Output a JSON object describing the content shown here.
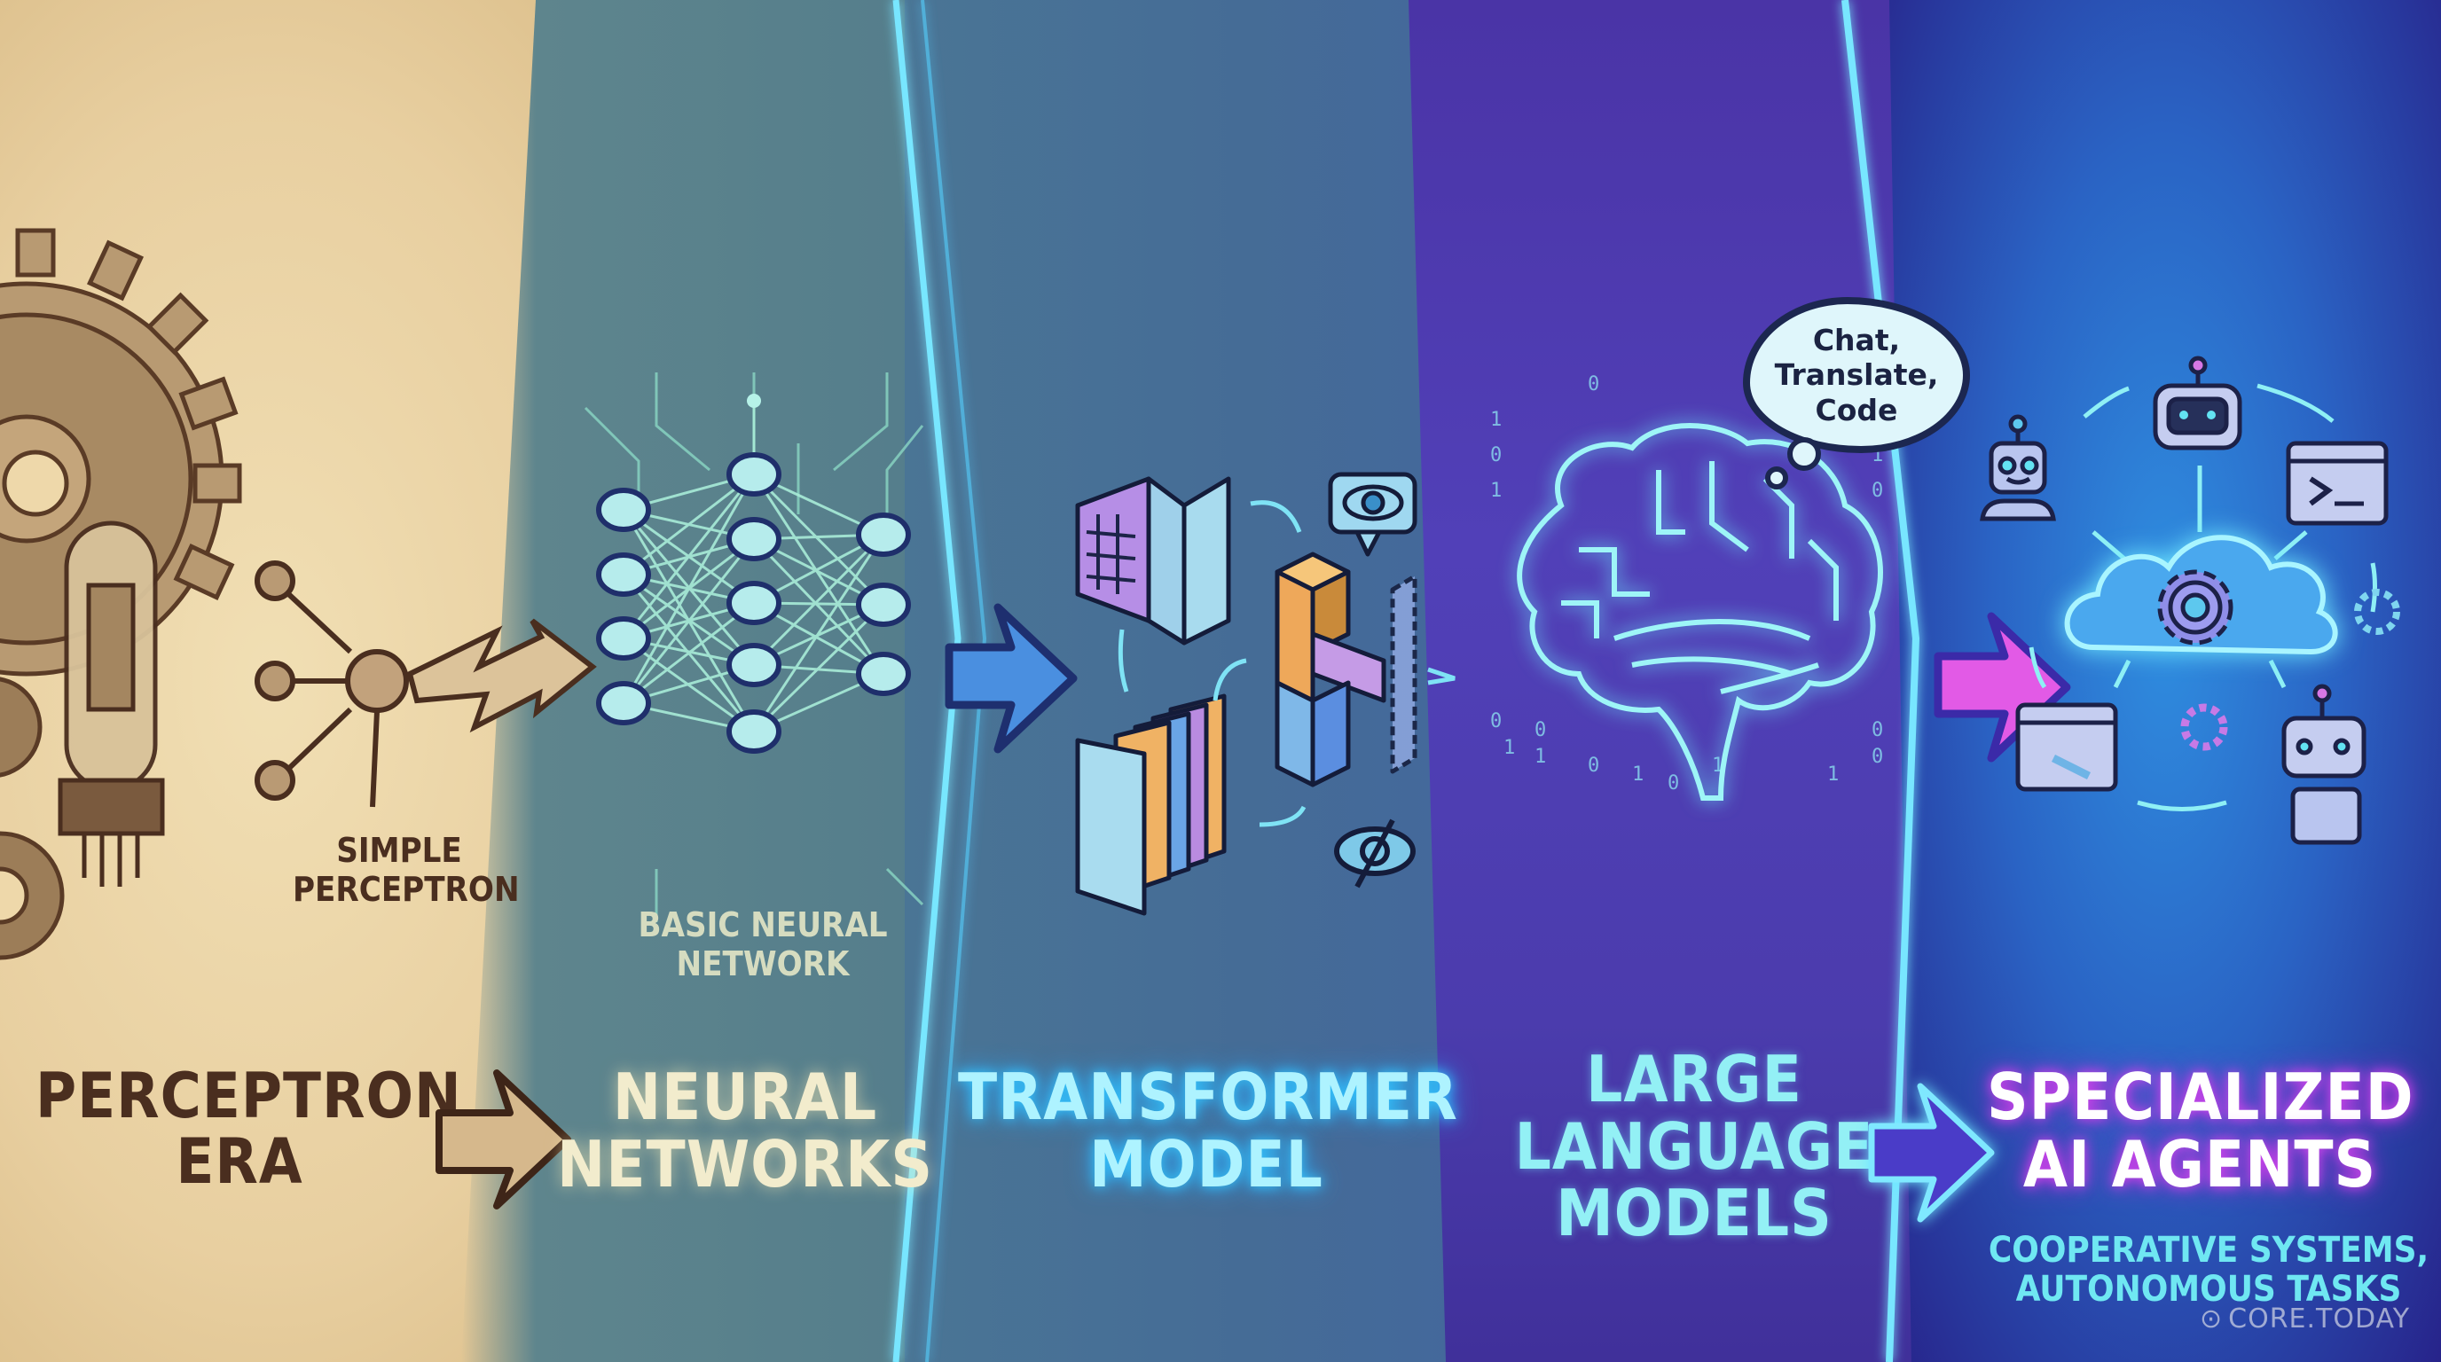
{
  "stages": [
    {
      "id": "perceptron-era",
      "title_line1": "PERCEPTRON",
      "title_line2": "ERA",
      "caption_line1": "SIMPLE",
      "caption_line2": "PERCEPTRON",
      "palette": {
        "bg": "#eed8aa",
        "ink": "#4a2e1f"
      }
    },
    {
      "id": "neural-networks",
      "title_line1": "NEURAL",
      "title_line2": "NETWORKS",
      "caption_line1": "BASIC NEURAL",
      "caption_line2": "NETWORK",
      "palette": {
        "bg": "#5c838c",
        "node": "#b6ecec",
        "ink": "#f2eccd"
      }
    },
    {
      "id": "transformer-model",
      "title_line1": "TRANSFORMER",
      "title_line2": "MODEL",
      "palette": {
        "bg": "#466f95",
        "ink": "#aef3ff",
        "orange": "#f0b264",
        "violet": "#b98be0"
      }
    },
    {
      "id": "large-language-models",
      "title_line1": "LARGE",
      "title_line2": "LANGUAGE",
      "title_line3": "MODELS",
      "thought_line1": "Chat,",
      "thought_line2": "Translate,",
      "thought_line3": "Code",
      "palette": {
        "bg": "#4c3cb0",
        "ink": "#93f0f5"
      }
    },
    {
      "id": "specialized-ai-agents",
      "title_line1": "SPECIALIZED",
      "title_line2": "AI AGENTS",
      "subtitle_line1": "COOPERATIVE SYSTEMS,",
      "subtitle_line2": "AUTONOMOUS TASKS",
      "palette": {
        "bg": "#2a5fc4",
        "ink": "#ffffff",
        "glow": "#d946ef",
        "sub": "#6fe7f2"
      }
    }
  ],
  "watermark": "CORE.TODAY"
}
